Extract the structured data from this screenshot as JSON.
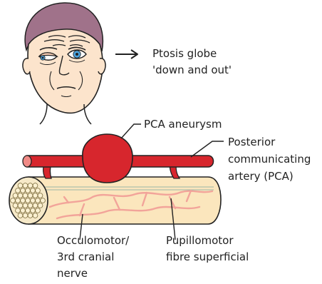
{
  "labels": {
    "ptosis_line1": "Ptosis globe",
    "ptosis_line2": "'down and out'",
    "pca_aneurysm": "PCA aneurysm",
    "pcomm_line1": "Posterior",
    "pcomm_line2": "communicating",
    "pcomm_line3": "artery (PCA)",
    "nerve_line1": "Occulomotor/",
    "nerve_line2": "3rd cranial",
    "nerve_line3": "nerve",
    "pupillo_line1": "Pupillomotor",
    "pupillo_line2": "fibre superficial"
  },
  "colors": {
    "artery_red": "#d7262d",
    "nerve_fill": "#fbe6bd",
    "nerve_fibre": "#f2a49a",
    "skin": "#fce4cc",
    "hair": "#a0728a",
    "iris": "#4aa3df",
    "outline": "#222222"
  },
  "icons": {
    "arrow": "right-arrow-icon",
    "face": "patient-face-icon"
  }
}
